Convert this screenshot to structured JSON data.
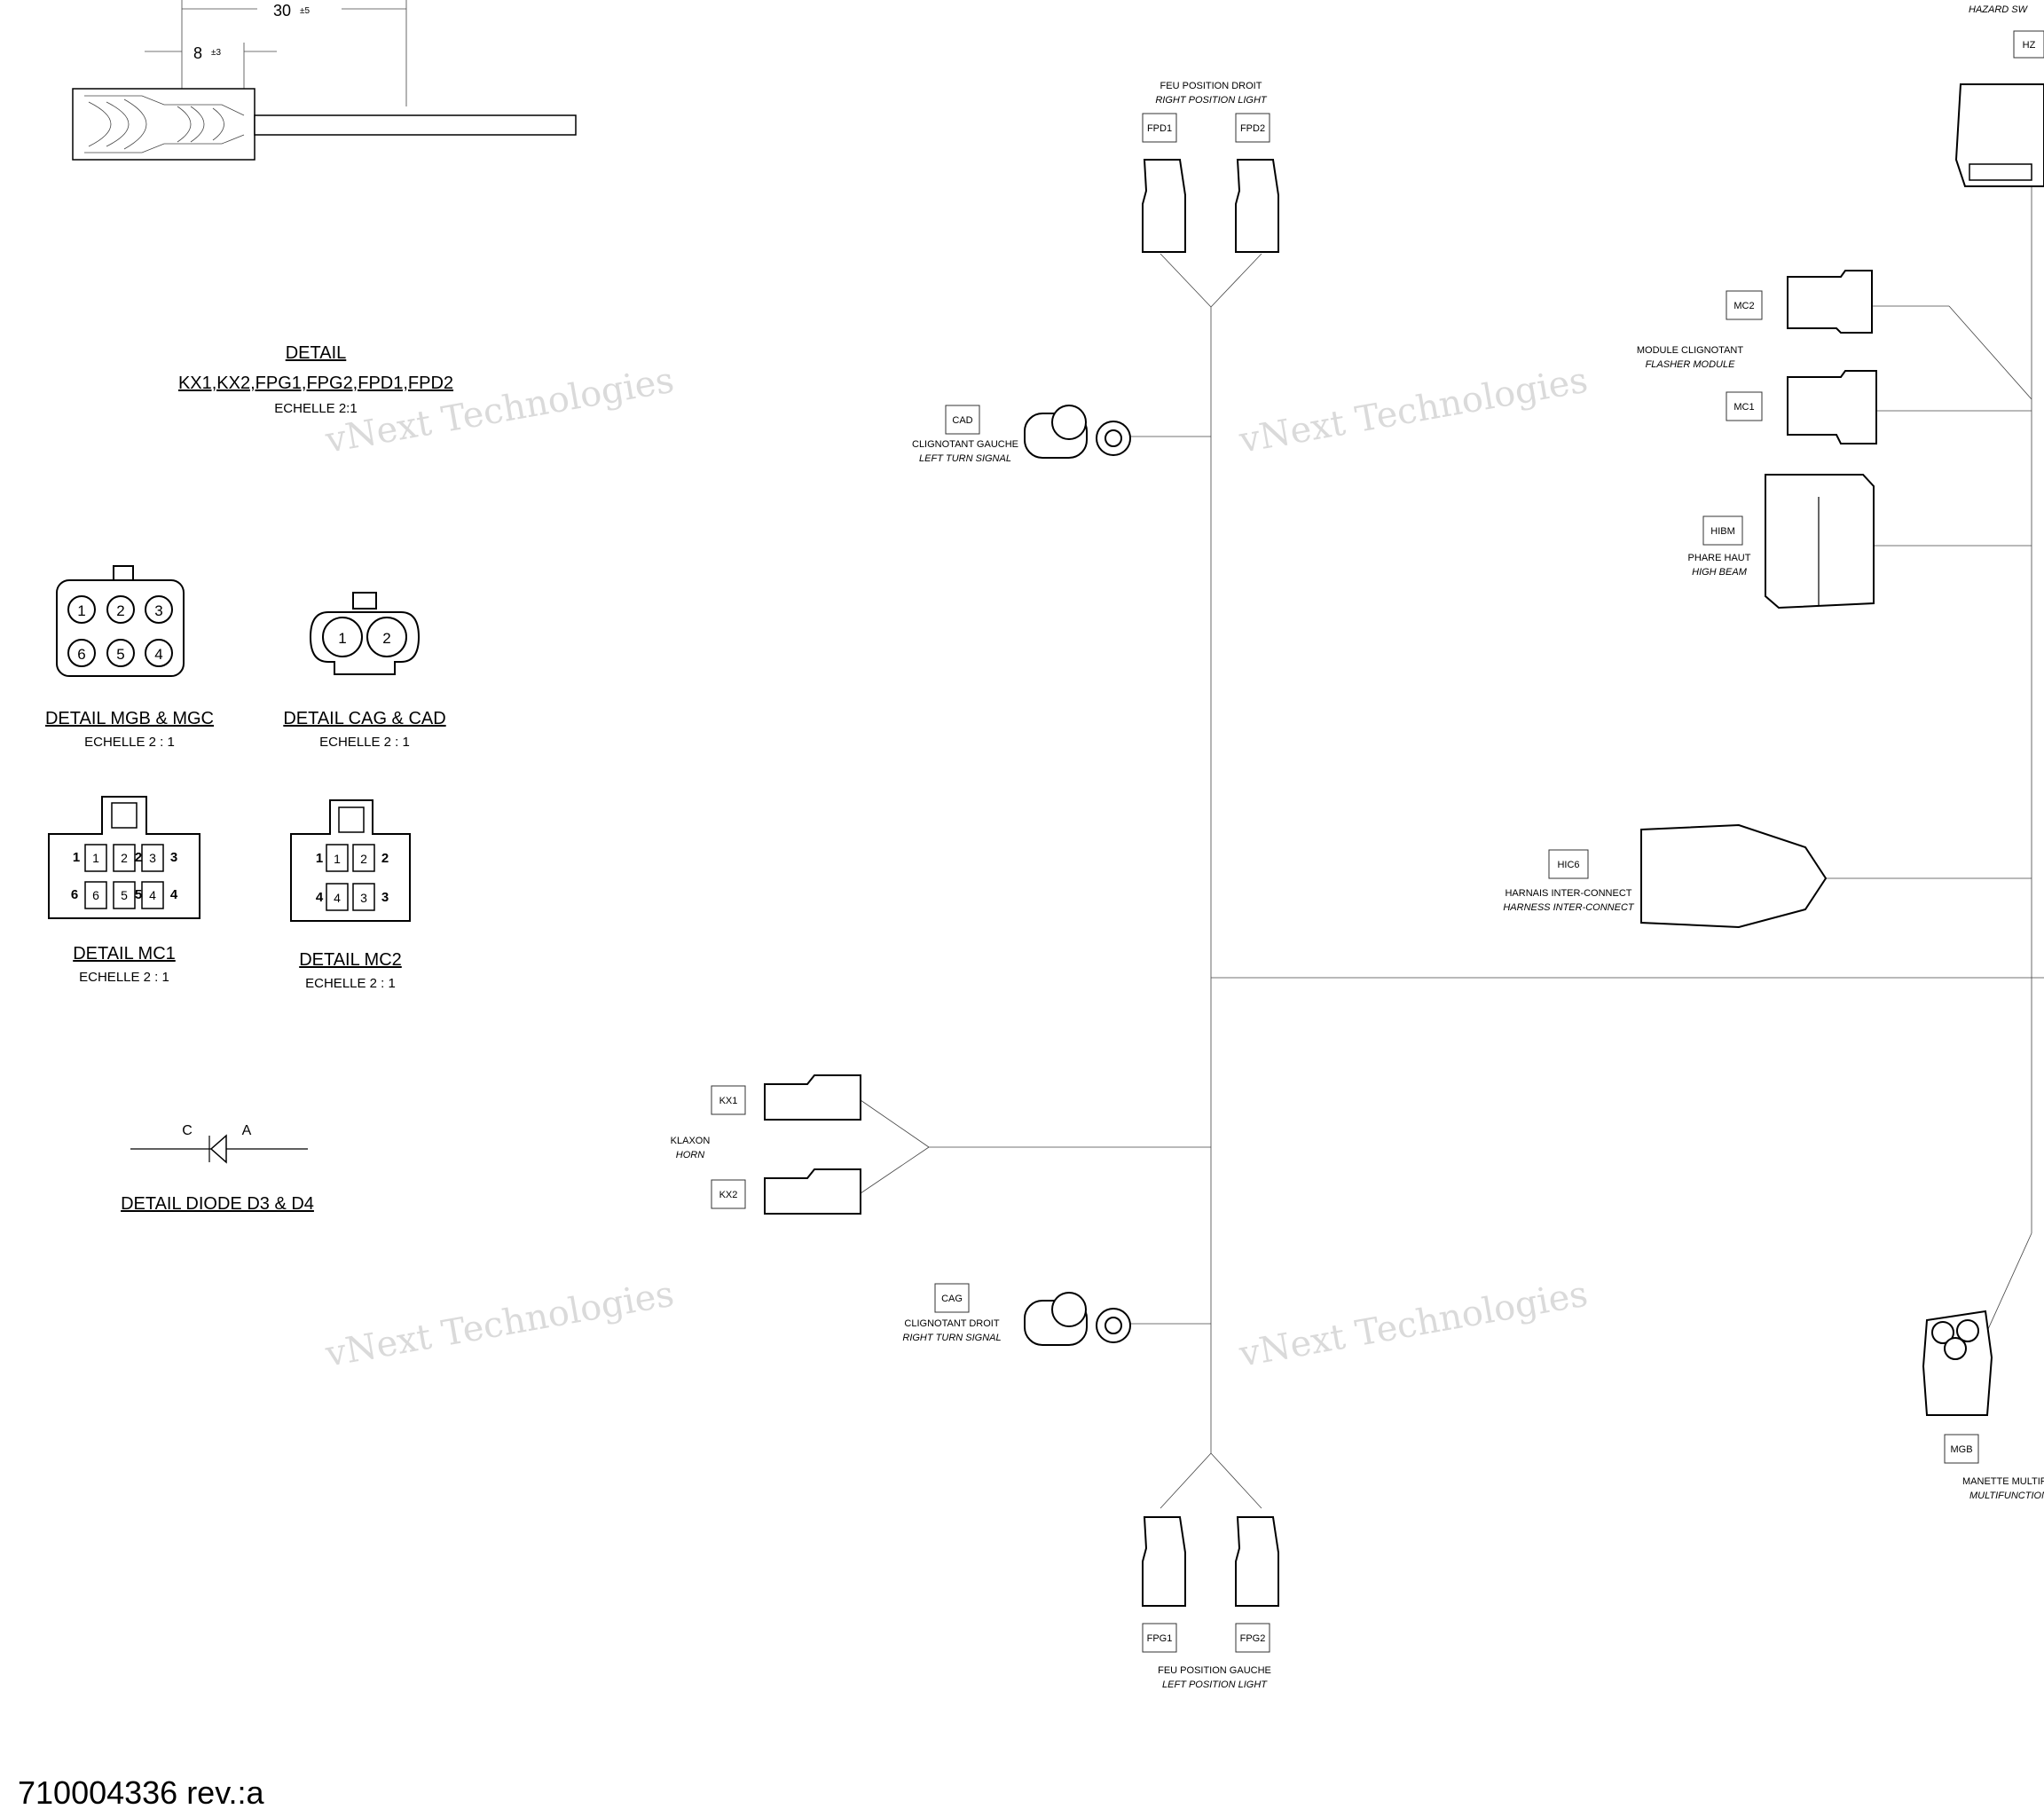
{
  "doc": {
    "revision": "710004336 rev.:a",
    "watermark": "vNext Technologies"
  },
  "dim": {
    "d30": "30",
    "tol5": "±5",
    "d8": "8",
    "tol3": "±3"
  },
  "details": {
    "kx": {
      "title": "DETAIL",
      "sub": "KX1,KX2,FPG1,FPG2,FPD1,FPD2",
      "scale": "ECHELLE 2:1"
    },
    "mgb": {
      "title": "DETAIL MGB & MGC",
      "scale": "ECHELLE 2 : 1",
      "pins": [
        "1",
        "2",
        "3",
        "6",
        "5",
        "4"
      ]
    },
    "cag": {
      "title": "DETAIL CAG & CAD",
      "scale": "ECHELLE 2 : 1",
      "pins": [
        "1",
        "2"
      ]
    },
    "mc1": {
      "title": "DETAIL MC1",
      "scale": "ECHELLE 2 : 1",
      "pins": [
        "1",
        "2",
        "3",
        "6",
        "5",
        "4"
      ],
      "pins_inner": [
        "1",
        "2",
        "3",
        "6",
        "5",
        "4"
      ]
    },
    "mc2": {
      "title": "DETAIL MC2",
      "scale": "ECHELLE 2 : 1",
      "pins": [
        "1",
        "2",
        "4",
        "3"
      ],
      "pins_inner": [
        "1",
        "2",
        "4",
        "3"
      ]
    },
    "diode": {
      "title": "DETAIL DIODE D3 & D4",
      "c": "C",
      "a": "A"
    }
  },
  "connectors": {
    "fpd1": "FPD1",
    "fpd2": "FPD2",
    "fpd_fr": "FEU POSITION DROIT",
    "fpd_en": "RIGHT POSITION LIGHT",
    "cad": "CAD",
    "cad_fr": "CLIGNOTANT GAUCHE",
    "cad_en": "LEFT TURN SIGNAL",
    "kx1": "KX1",
    "kx2": "KX2",
    "kx_fr": "KLAXON",
    "kx_en": "HORN",
    "cag": "CAG",
    "cag_fr": "CLIGNOTANT DROIT",
    "cag_en": "RIGHT TURN SIGNAL",
    "fpg1": "FPG1",
    "fpg2": "FPG2",
    "fpg_fr": "FEU POSITION GAUCHE",
    "fpg_en": "LEFT POSITION LIGHT",
    "mc2": "MC2",
    "mc1": "MC1",
    "mc_fr": "MODULE CLIGNOTANT",
    "mc_en": "FLASHER MODULE",
    "hibm": "HIBM",
    "hibm_fr": "PHARE HAUT",
    "hibm_en": "HIGH BEAM",
    "hic6": "HIC6",
    "hic6_fr": "HARNAIS INTER-CONNECT",
    "hic6_en": "HARNESS INTER-CONNECT",
    "hz": "HZ",
    "hz_en": "HAZARD SW",
    "mgb": "MGB",
    "mgb_fr": "MANETTE MULTIFO",
    "mgb_en": "MULTIFUNCTION"
  }
}
